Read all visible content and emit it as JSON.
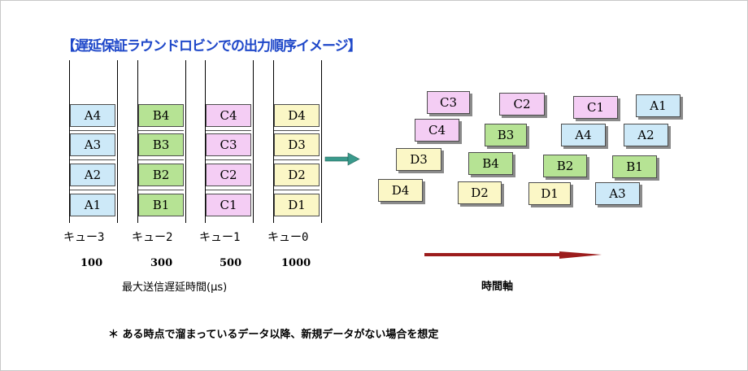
{
  "title": "【遅延保証ラウンドロビンでの出力順序イメージ】",
  "colors": {
    "A": "#cde9f8",
    "B": "#b6e394",
    "C": "#f4cdf4",
    "D": "#fbf7c6",
    "title": "#1f48c9",
    "timeline": "#9c1c1c"
  },
  "queues": [
    {
      "label": "キュー3",
      "value": "100",
      "cells": [
        "A4",
        "A3",
        "A2",
        "A1"
      ],
      "group": "A"
    },
    {
      "label": "キュー2",
      "value": "300",
      "cells": [
        "B4",
        "B3",
        "B2",
        "B1"
      ],
      "group": "B"
    },
    {
      "label": "キュー1",
      "value": "500",
      "cells": [
        "C4",
        "C3",
        "C2",
        "C1"
      ],
      "group": "C"
    },
    {
      "label": "キュー0",
      "value": "1000",
      "cells": [
        "D4",
        "D3",
        "D2",
        "D1"
      ],
      "group": "D"
    }
  ],
  "delay_caption": "最大送信遅延時間(μs)",
  "output_boxes": [
    {
      "label": "C3",
      "group": "C"
    },
    {
      "label": "C2",
      "group": "C"
    },
    {
      "label": "C1",
      "group": "C"
    },
    {
      "label": "A1",
      "group": "A"
    },
    {
      "label": "C4",
      "group": "C"
    },
    {
      "label": "B3",
      "group": "B"
    },
    {
      "label": "A4",
      "group": "A"
    },
    {
      "label": "A2",
      "group": "A"
    },
    {
      "label": "D3",
      "group": "D"
    },
    {
      "label": "B4",
      "group": "B"
    },
    {
      "label": "B2",
      "group": "B"
    },
    {
      "label": "B1",
      "group": "B"
    },
    {
      "label": "D4",
      "group": "D"
    },
    {
      "label": "D2",
      "group": "D"
    },
    {
      "label": "D1",
      "group": "D"
    },
    {
      "label": "A3",
      "group": "A"
    }
  ],
  "time_axis_label": "時間軸",
  "note": "＊ ある時点で溜まっているデータ以降、新規データがない場合を想定"
}
